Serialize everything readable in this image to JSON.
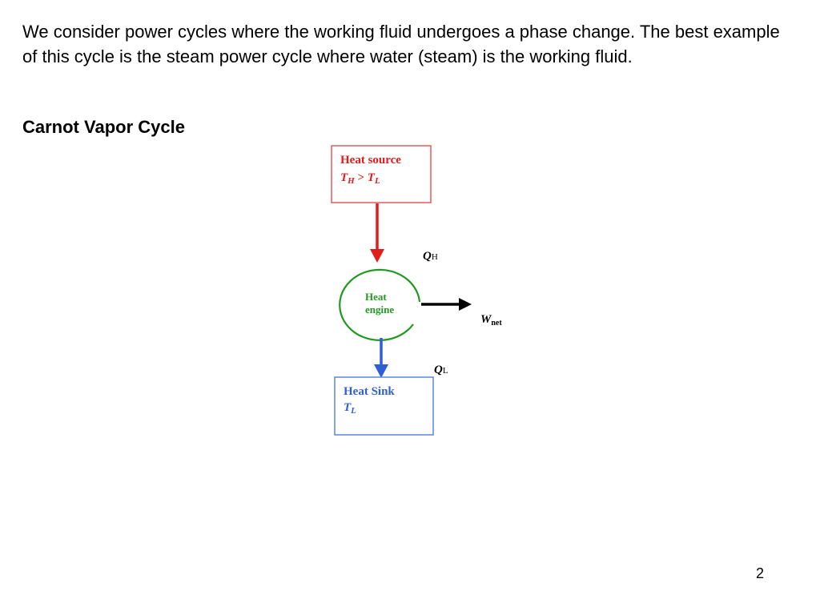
{
  "intro_text": "We consider power cycles where the working fluid undergoes a phase change.  The best example of this cycle is the steam power cycle where water (steam) is the working fluid.",
  "section_title": "Carnot Vapor Cycle",
  "diagram": {
    "heat_source": {
      "label": "Heat source",
      "temp_symbol": "T",
      "temp_sub": "H",
      "relation": " > ",
      "temp2_symbol": "T",
      "temp2_sub": "L",
      "color": "#e31b1b"
    },
    "heat_in": {
      "symbol": "Q",
      "sub": "H"
    },
    "engine": {
      "line1": "Heat",
      "line2": "engine",
      "color": "#1f9a1f"
    },
    "work_out": {
      "symbol": "W",
      "sub": "net"
    },
    "heat_out": {
      "symbol": "Q",
      "sub": "L"
    },
    "heat_sink": {
      "label": "Heat Sink",
      "temp_symbol": "T",
      "temp_sub": "L",
      "color": "#2f5fd6"
    }
  },
  "page_number": "2"
}
